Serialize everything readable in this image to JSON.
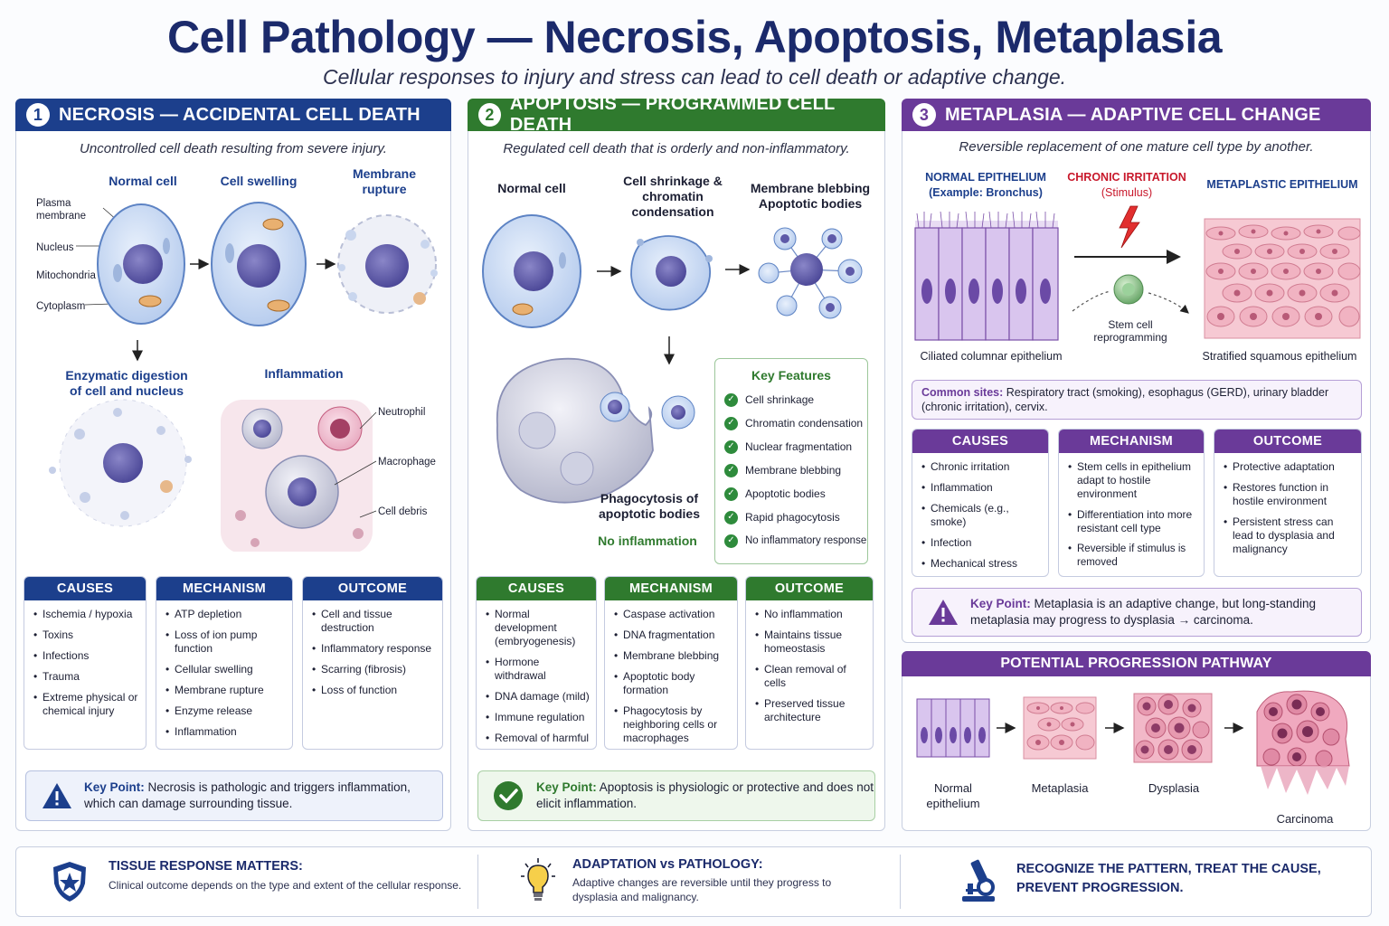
{
  "header": {
    "title": "Cell Pathology — Necrosis, Apoptosis, Metaplasia",
    "subtitle": "Cellular responses to injury and stress can lead to cell death or adaptive change."
  },
  "colors": {
    "necrosis": "#1c3f8c",
    "apoptosis": "#2f7a2e",
    "metaplasia": "#6a3a99",
    "alert": "#c8182b"
  },
  "necrosis": {
    "number": "1",
    "title": "NECROSIS — ACCIDENTAL CELL DEATH",
    "description": "Uncontrolled cell death resulting from severe injury.",
    "stages": [
      "Normal cell",
      "Cell swelling",
      "Membrane rupture"
    ],
    "parts": [
      "Plasma membrane",
      "Nucleus",
      "Mitochondria",
      "Cytoplasm"
    ],
    "digestion_label": "Enzymatic digestion of cell and nucleus",
    "inflammation_label": "Inflammation",
    "inflammation_parts": [
      "Neutrophil",
      "Macrophage",
      "Cell debris"
    ],
    "causes": {
      "title": "CAUSES",
      "items": [
        "Ischemia / hypoxia",
        "Toxins",
        "Infections",
        "Trauma",
        "Extreme physical or chemical injury"
      ]
    },
    "mechanism": {
      "title": "MECHANISM",
      "items": [
        "ATP depletion",
        "Loss of ion pump function",
        "Cellular swelling",
        "Membrane rupture",
        "Enzyme release",
        "Inflammation"
      ]
    },
    "outcome": {
      "title": "OUTCOME",
      "items": [
        "Cell and tissue destruction",
        "Inflammatory response",
        "Scarring (fibrosis)",
        "Loss of function"
      ]
    },
    "key_label": "Key Point:",
    "key_text": "Necrosis is pathologic and triggers inflammation, which can damage surrounding tissue."
  },
  "apoptosis": {
    "number": "2",
    "title": "APOPTOSIS — PROGRAMMED CELL DEATH",
    "description": "Regulated cell death that is orderly and non-inflammatory.",
    "stages": [
      "Normal cell",
      "Cell shrinkage & chromatin condensation",
      "Membrane blebbing Apoptotic bodies"
    ],
    "phago_label": "Phagocytosis of apoptotic bodies",
    "no_inflam": "No inflammation",
    "features_title": "Key Features",
    "features": [
      "Cell shrinkage",
      "Chromatin condensation",
      "Nuclear fragmentation",
      "Membrane blebbing",
      "Apoptotic bodies",
      "Rapid phagocytosis",
      "No inflammatory response"
    ],
    "causes": {
      "title": "CAUSES",
      "items": [
        "Normal development (embryogenesis)",
        "Hormone withdrawal",
        "DNA damage (mild)",
        "Immune regulation",
        "Removal of harmful or unnecessary cells"
      ]
    },
    "mechanism": {
      "title": "MECHANISM",
      "items": [
        "Caspase activation",
        "DNA fragmentation",
        "Membrane blebbing",
        "Apoptotic body formation",
        "Phagocytosis by neighboring cells or macrophages"
      ]
    },
    "outcome": {
      "title": "OUTCOME",
      "items": [
        "No inflammation",
        "Maintains tissue homeostasis",
        "Clean removal of cells",
        "Preserved tissue architecture"
      ]
    },
    "key_label": "Key Point:",
    "key_text": "Apoptosis is physiologic or protective and does not elicit inflammation."
  },
  "metaplasia": {
    "number": "3",
    "title": "METAPLASIA — ADAPTIVE CELL CHANGE",
    "description": "Reversible replacement of one mature cell type by another.",
    "normal_title": "NORMAL EPITHELIUM",
    "normal_sub": "(Example: Bronchus)",
    "irritation_title": "CHRONIC IRRITATION",
    "irritation_sub": "(Stimulus)",
    "meta_title": "METAPLASTIC EPITHELIUM",
    "stem_label": "Stem cell reprogramming",
    "left_caption": "Ciliated columnar epithelium",
    "right_caption": "Stratified squamous epithelium",
    "sites_label": "Common sites:",
    "sites_text": "Respiratory tract (smoking), esophagus (GERD), urinary bladder (chronic irritation), cervix.",
    "causes": {
      "title": "CAUSES",
      "items": [
        "Chronic irritation",
        "Inflammation",
        "Chemicals (e.g., smoke)",
        "Infection",
        "Mechanical stress"
      ]
    },
    "mechanism": {
      "title": "MECHANISM",
      "items": [
        "Stem cells in epithelium adapt to hostile environment",
        "Differentiation into more resistant cell type",
        "Reversible if stimulus is removed"
      ]
    },
    "outcome": {
      "title": "OUTCOME",
      "items": [
        "Protective adaptation",
        "Restores function in hostile environment",
        "Persistent stress can lead to dysplasia and malignancy"
      ]
    },
    "key_label": "Key Point:",
    "key_text": "Metaplasia is an adaptive change, but long-standing metaplasia may progress to dysplasia → carcinoma."
  },
  "progression": {
    "title": "POTENTIAL PROGRESSION PATHWAY",
    "stages": [
      "Normal epithelium",
      "Metaplasia",
      "Dysplasia",
      "Carcinoma"
    ]
  },
  "footer": {
    "seg1_title": "TISSUE RESPONSE MATTERS:",
    "seg1_text": "Clinical outcome depends on the type and extent of the cellular response.",
    "seg2_title": "ADAPTATION vs PATHOLOGY:",
    "seg2_text": "Adaptive changes are reversible until they progress to dysplasia and malignancy.",
    "seg3_title": "RECOGNIZE THE PATTERN, TREAT THE CAUSE, PREVENT PROGRESSION."
  }
}
